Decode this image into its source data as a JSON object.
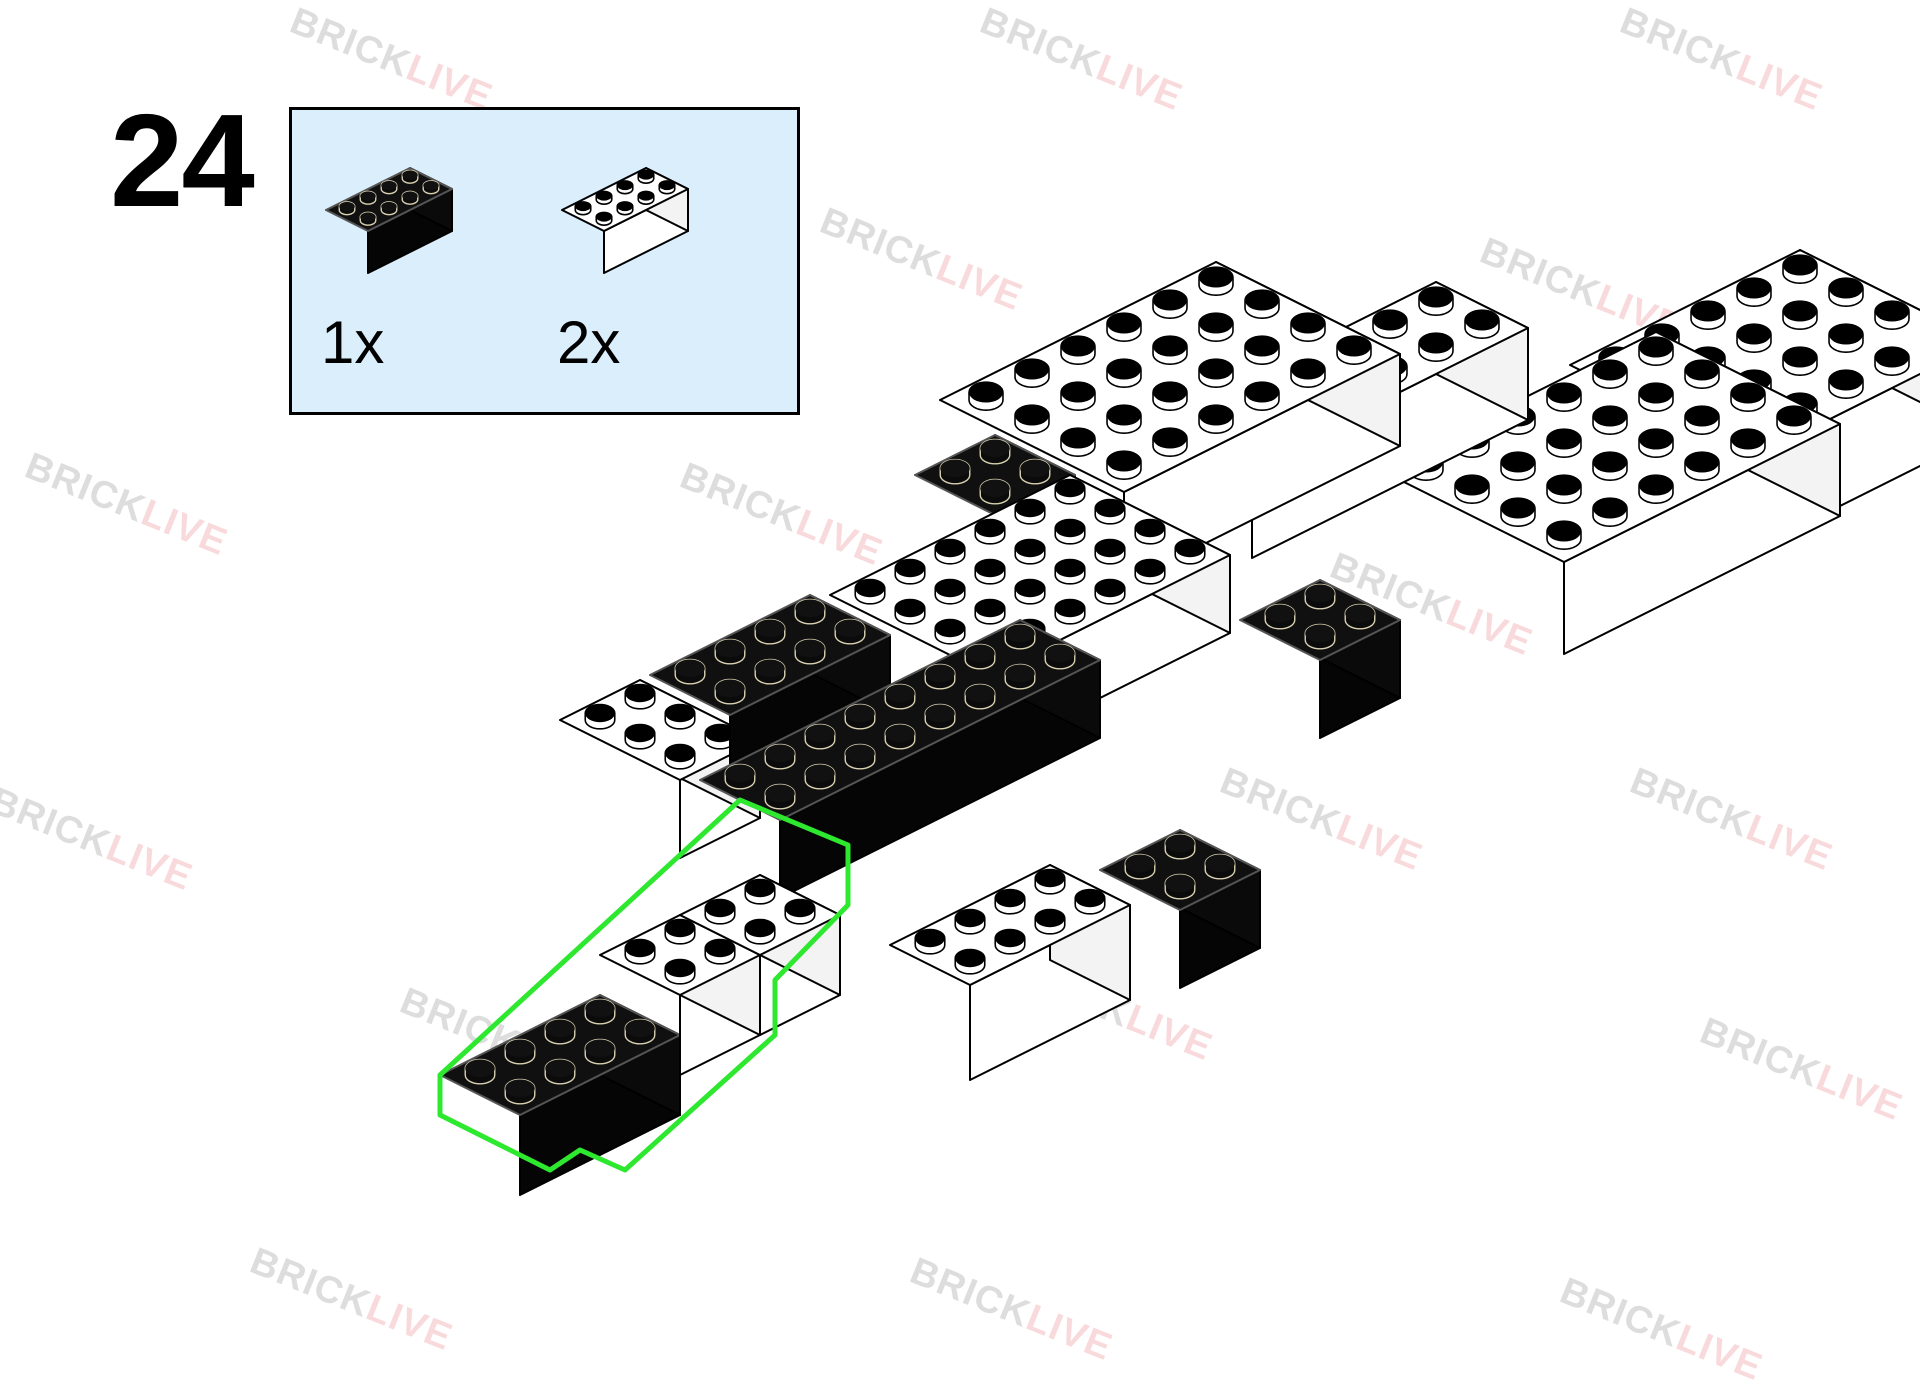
{
  "step": {
    "number": "24"
  },
  "parts": [
    {
      "color": "#111111",
      "quantity": "1x",
      "name": "2x4 brick"
    },
    {
      "color": "#ffffff",
      "quantity": "2x",
      "name": "2x4 brick"
    }
  ],
  "highlight_color": "#2ee830",
  "watermark": {
    "word1": "BRICK",
    "word2": "LIVE",
    "color1": "#333333",
    "color2": "#e0202a"
  }
}
